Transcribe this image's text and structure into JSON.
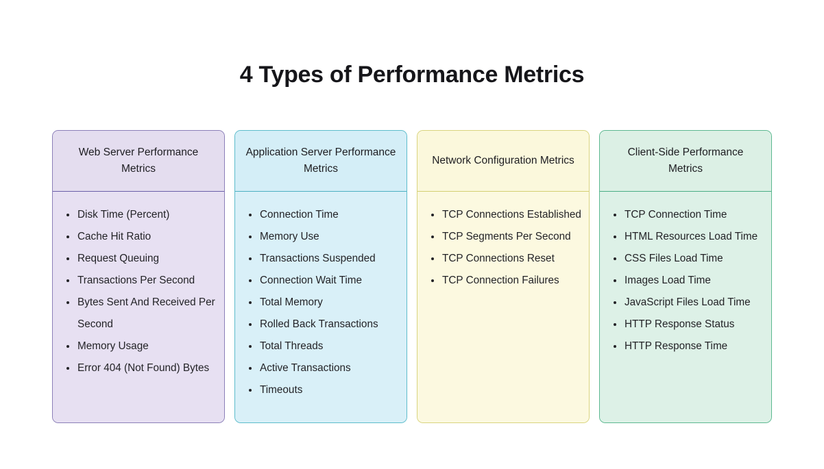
{
  "page": {
    "title": "4 Types of Performance Metrics",
    "background": "#ffffff",
    "text_color": "#1b1b1f"
  },
  "cards": [
    {
      "id": "web-server-performance-metrics",
      "title": "Web Server Performance Metrics",
      "colors": {
        "border": "#8b7fb8",
        "header_bg": "#e4ddef",
        "body_bg": "#e7e0f2",
        "divider": "#6b5fa8"
      },
      "items": [
        "Disk Time (Percent)",
        "Cache Hit Ratio",
        "Request Queuing",
        "Transactions Per Second",
        "Bytes Sent And Received Per Second",
        "Memory Usage",
        "Error 404 (Not Found) Bytes"
      ]
    },
    {
      "id": "application-server-performance-metrics",
      "title": "Application Server Performance Metrics",
      "colors": {
        "border": "#5cbccb",
        "header_bg": "#d4eef7",
        "body_bg": "#d9f0f8",
        "divider": "#4cb0c2"
      },
      "items": [
        "Connection Time",
        "Memory Use",
        "Transactions Suspended",
        "Connection Wait Time",
        "Total Memory",
        "Rolled Back Transactions",
        "Total Threads",
        "Active Transactions",
        "Timeouts"
      ]
    },
    {
      "id": "network-configuration-metrics",
      "title": "Network Configuration Metrics",
      "colors": {
        "border": "#d9d47e",
        "header_bg": "#fbf8dc",
        "body_bg": "#fcf9e0",
        "divider": "#d4cf72"
      },
      "items": [
        "TCP Connections Established",
        "TCP Segments Per Second",
        "TCP Connections Reset",
        "TCP Connection Failures"
      ]
    },
    {
      "id": "client-side-performance-metrics",
      "title": "Client-Side Performance Metrics",
      "colors": {
        "border": "#5cb890",
        "header_bg": "#dcf0e5",
        "body_bg": "#ddf1e7",
        "divider": "#4aae85"
      },
      "items": [
        "TCP Connection Time",
        "HTML Resources Load Time",
        "CSS Files Load Time",
        "Images Load Time",
        "JavaScript Files Load Time",
        "HTTP Response Status",
        "HTTP Response Time"
      ]
    }
  ]
}
